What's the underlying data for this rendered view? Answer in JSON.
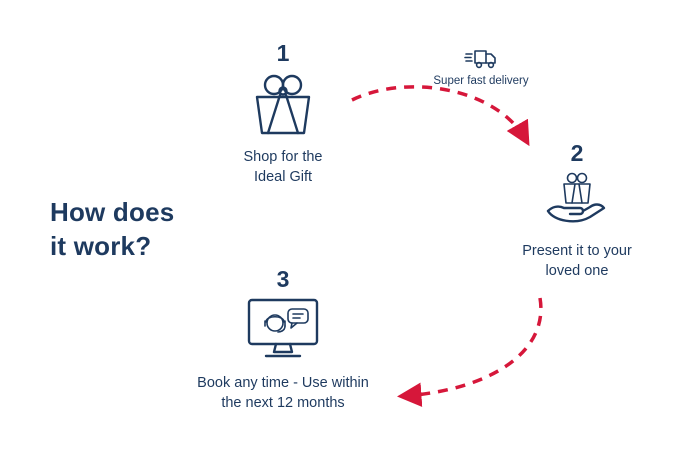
{
  "colors": {
    "navy": "#1e3a5f",
    "red": "#d6173a",
    "background": "#ffffff"
  },
  "heading": {
    "text": "How does\nit work?"
  },
  "steps": [
    {
      "number": "1",
      "label": "Shop for the\nIdeal Gift",
      "icon": "gift-box-icon"
    },
    {
      "number": "2",
      "label": "Present it to your\nloved one",
      "icon": "hand-gift-icon"
    },
    {
      "number": "3",
      "label": "Book any time - Use within\nthe next 12 months",
      "icon": "support-monitor-icon"
    }
  ],
  "delivery": {
    "label": "Super fast delivery",
    "icon": "delivery-truck-icon"
  }
}
